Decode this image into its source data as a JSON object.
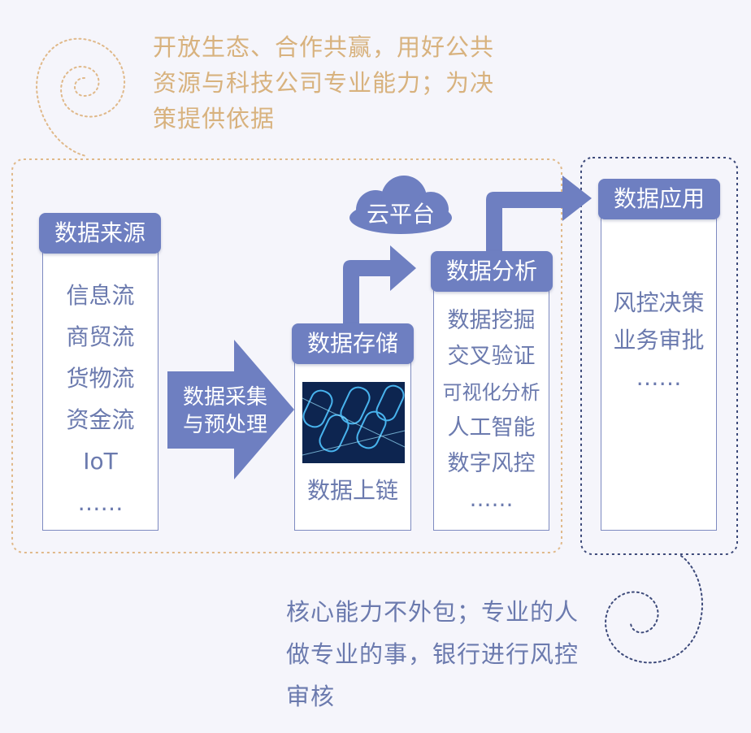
{
  "notes": {
    "top": [
      "开放生态、合作共赢，用好公共",
      "资源与科技公司专业能力；为决",
      "策提供依据"
    ],
    "bottom": [
      "核心能力不外包；专业的人",
      "做专业的事，银行进行风控",
      "审核"
    ]
  },
  "cloud_label": "云平台",
  "collect_arrow_label": [
    "数据采集",
    "与预处理"
  ],
  "sources": {
    "title": "数据来源",
    "items": [
      "信息流",
      "商贸流",
      "货物流",
      "资金流",
      "IoT",
      "……"
    ]
  },
  "storage": {
    "title": "数据存储",
    "caption": "数据上链",
    "image_icon": "blockchain-chain-image"
  },
  "analysis": {
    "title": "数据分析",
    "items": [
      "数据挖掘",
      "交叉验证",
      "可视化分析",
      "人工智能",
      "数字风控",
      "……"
    ]
  },
  "application": {
    "title": "数据应用",
    "items": [
      "风控决策",
      "业务审批",
      "……"
    ]
  },
  "colors": {
    "accent": "#6e7fc1",
    "note_orange": "#d8b27e",
    "text_blue": "#6b7aae",
    "background": "#f5f5fb"
  }
}
